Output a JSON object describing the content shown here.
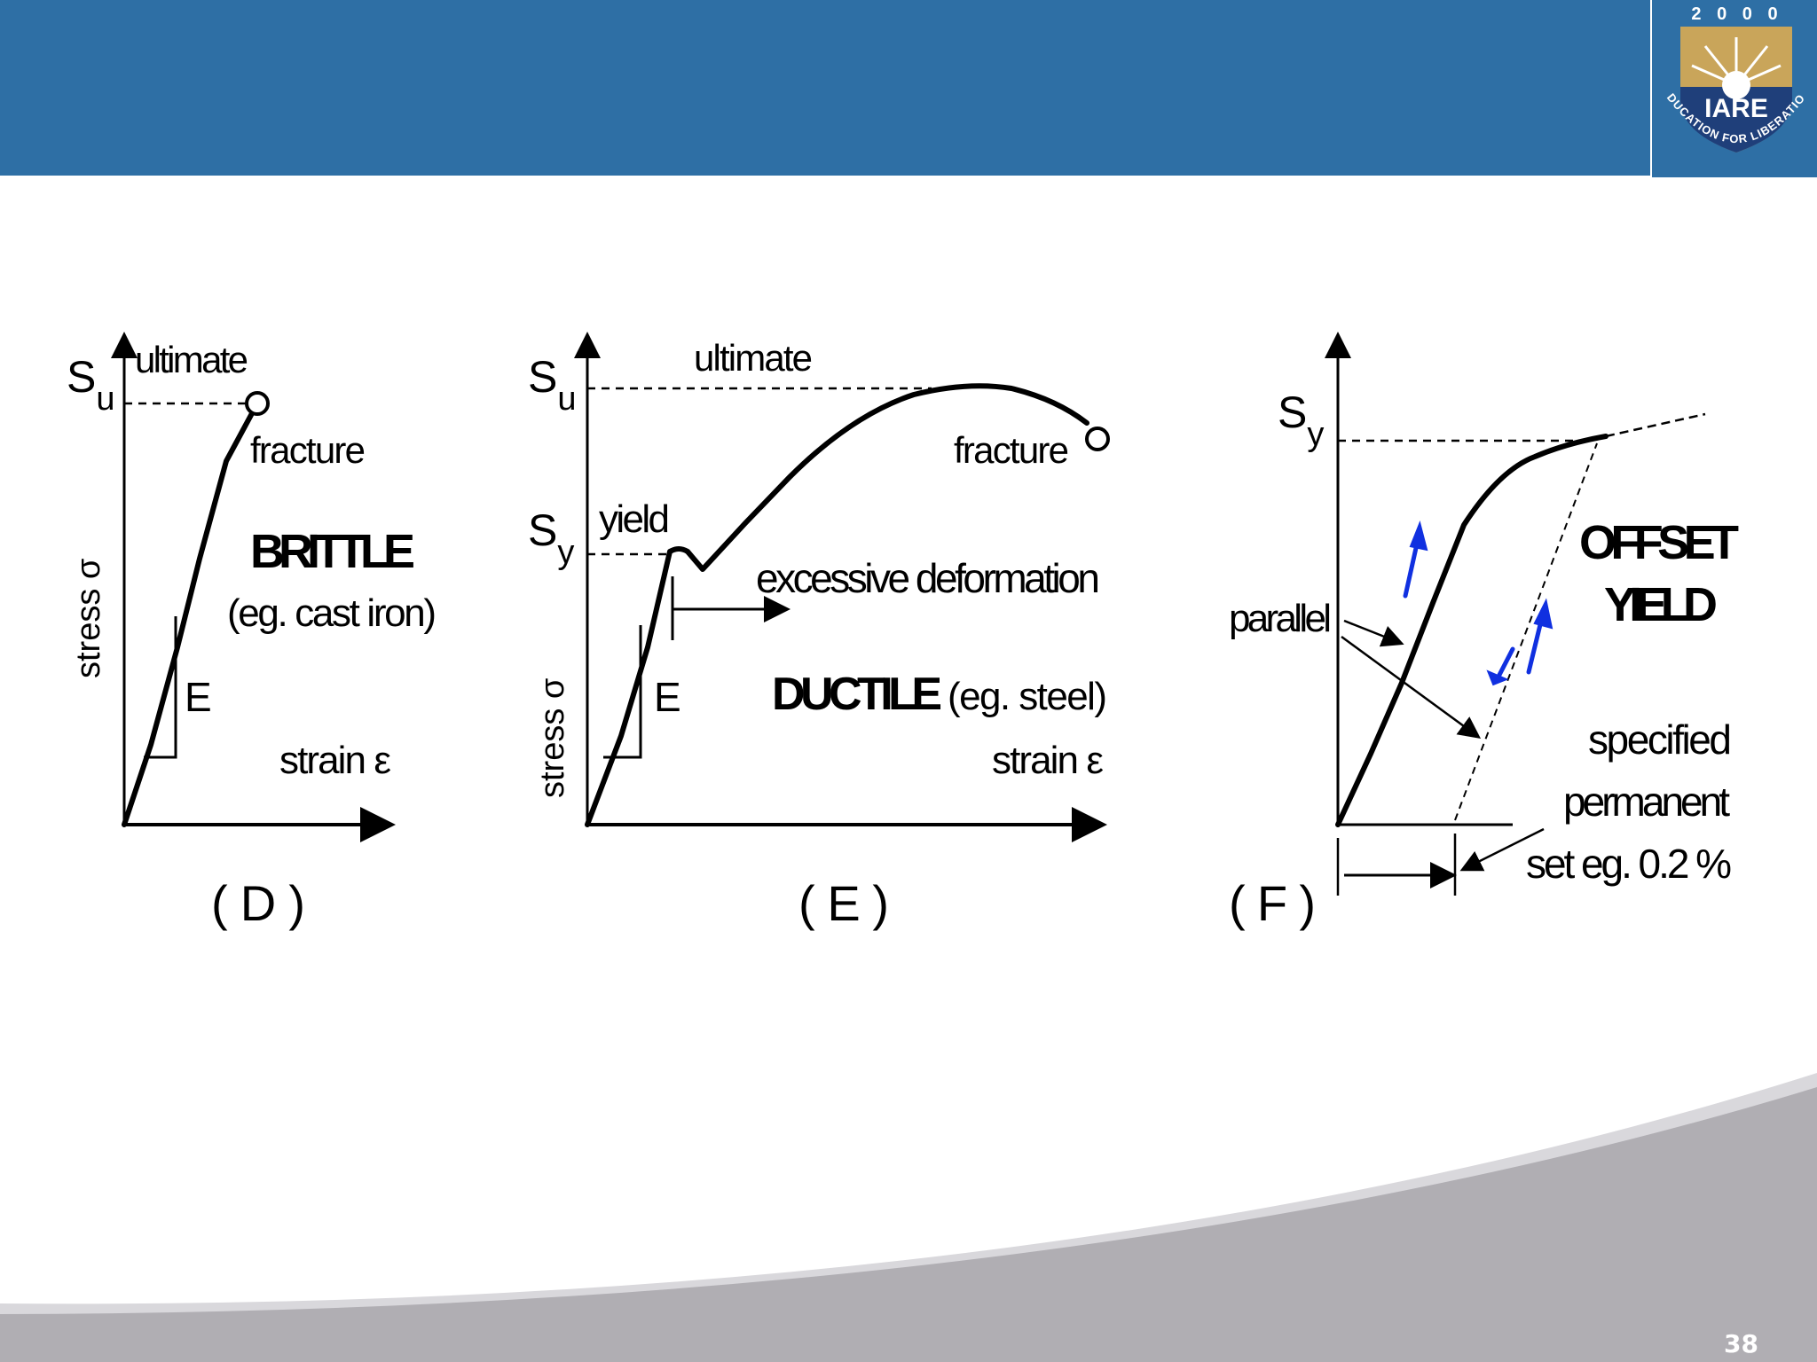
{
  "slide": {
    "page_number": "38",
    "colors": {
      "header": "#2e6fa5",
      "logo_gold": "#c9a55a",
      "logo_navy": "#1f3f7a",
      "wave_gray": "#b0aeb3",
      "arrow_blue": "#1030e0"
    }
  },
  "logo": {
    "year": "2 0 0 0",
    "name": "IARE",
    "motto": "EDUCATION FOR LIBERATION"
  },
  "diagrams": {
    "d": {
      "caption": "( D )",
      "su": "S",
      "su_sub": "u",
      "ultimate": "ultimate",
      "fracture": "fracture",
      "material": "BRITTLE",
      "example": "(eg. cast iron)",
      "stress": "stress σ",
      "e": "E",
      "strain": "strain ε"
    },
    "e": {
      "caption": "( E )",
      "su": "S",
      "su_sub": "u",
      "sy": "S",
      "sy_sub": "y",
      "ultimate": "ultimate",
      "fracture": "fracture",
      "yield": "yield",
      "excessive": "excessive deformation",
      "material": "DUCTILE",
      "example": "(eg. steel)",
      "stress": "stress σ",
      "e": "E",
      "strain": "strain ε"
    },
    "f": {
      "caption": "( F )",
      "sy": "S",
      "sy_sub": "y",
      "offset1": "OFFSET",
      "offset2": "YIELD",
      "parallel": "parallel",
      "spec1": "specified",
      "spec2": "permanent",
      "spec3": "set eg. 0.2 %"
    }
  }
}
